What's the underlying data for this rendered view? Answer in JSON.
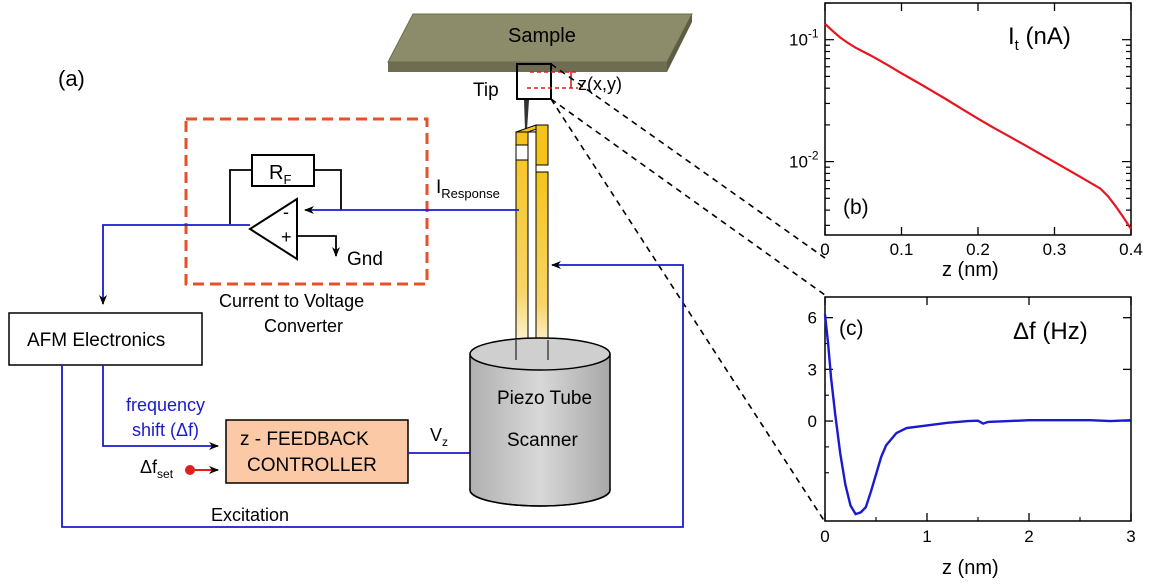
{
  "diagram": {
    "panel_label": "(a)",
    "sample_label": "Sample",
    "tip_label": "Tip",
    "z_label": "z(x,y)",
    "rf_label": "R",
    "rf_sub": "F",
    "minus": "-",
    "plus": "+",
    "gnd_label": "Gnd",
    "i_response": "I",
    "i_response_sub": "Response",
    "converter_line1": "Current to Voltage",
    "converter_line2": "Converter",
    "afm_label": "AFM Electronics",
    "freq_line1": "frequency",
    "freq_line2": "shift (Δf)",
    "controller_line1": "z - FEEDBACK",
    "controller_line2": "CONTROLLER",
    "vz_label": "V",
    "vz_sub": "z",
    "dfset_label": "Δf",
    "dfset_sub": "set",
    "piezo_line1": "Piezo Tube",
    "piezo_line2": "Scanner",
    "excitation_label": "Excitation",
    "colors": {
      "signal": "#1a1ad0",
      "converter_dash": "#e8502a",
      "sample": "#8c8b6a",
      "cantilever": "#f5c41a",
      "controller_fill": "#fbc9a6",
      "cylinder": "#c8c8c8",
      "setpoint": "#e02020"
    }
  },
  "chart_data": [
    {
      "panel": "(b)",
      "type": "line",
      "title": "I",
      "title_sub": "t",
      "title_unit": "(nA)",
      "xlabel": "z (nm)",
      "ylabel": "",
      "xlim": [
        0,
        0.4
      ],
      "ylim": [
        0.0025,
        0.2
      ],
      "yscale": "log",
      "xticks": [
        "0",
        "0.1",
        "0.2",
        "0.3",
        "0.4"
      ],
      "xtick_values": [
        0,
        0.1,
        0.2,
        0.3,
        0.4
      ],
      "yticks": [
        {
          "value": 0.1,
          "base": "10",
          "exp": "-1"
        },
        {
          "value": 0.01,
          "base": "10",
          "exp": "-2"
        }
      ],
      "color": "#e8141e",
      "series": [
        {
          "x": [
            0,
            0.01,
            0.02,
            0.03,
            0.04,
            0.06,
            0.08,
            0.1,
            0.12,
            0.14,
            0.16,
            0.18,
            0.2,
            0.22,
            0.24,
            0.26,
            0.28,
            0.3,
            0.32,
            0.34,
            0.36,
            0.37,
            0.38,
            0.39,
            0.4
          ],
          "y": [
            0.135,
            0.118,
            0.104,
            0.094,
            0.086,
            0.074,
            0.063,
            0.053,
            0.045,
            0.038,
            0.032,
            0.0268,
            0.0225,
            0.019,
            0.0162,
            0.0138,
            0.0117,
            0.0099,
            0.0084,
            0.0071,
            0.006,
            0.0052,
            0.0043,
            0.0035,
            0.0028
          ]
        }
      ]
    },
    {
      "panel": "(c)",
      "type": "line",
      "title": "Δf (Hz)",
      "xlabel": "z (nm)",
      "ylabel": "",
      "xlim": [
        0,
        3
      ],
      "ylim": [
        -5.8,
        7.2
      ],
      "xticks": [
        "0",
        "1",
        "2",
        "3"
      ],
      "xtick_values": [
        0,
        1,
        2,
        3
      ],
      "yticks_labels": [
        "6",
        "3",
        "0"
      ],
      "ytick_values": [
        6,
        3,
        0
      ],
      "color": "#1a1ad0",
      "series": [
        {
          "x": [
            0,
            0.03,
            0.06,
            0.1,
            0.15,
            0.2,
            0.25,
            0.3,
            0.35,
            0.4,
            0.45,
            0.5,
            0.55,
            0.6,
            0.7,
            0.8,
            1.0,
            1.2,
            1.4,
            1.5,
            1.55,
            1.6,
            1.8,
            2.0,
            2.2,
            2.4,
            2.6,
            2.8,
            3.0
          ],
          "y": [
            6.2,
            4.5,
            2.5,
            0.4,
            -1.9,
            -3.7,
            -4.9,
            -5.4,
            -5.3,
            -5.0,
            -4.1,
            -3.1,
            -2.1,
            -1.4,
            -0.7,
            -0.4,
            -0.25,
            -0.1,
            0.0,
            0.02,
            -0.15,
            -0.05,
            0.0,
            0.05,
            0.05,
            0.05,
            0.05,
            0.0,
            0.05
          ]
        }
      ]
    }
  ]
}
